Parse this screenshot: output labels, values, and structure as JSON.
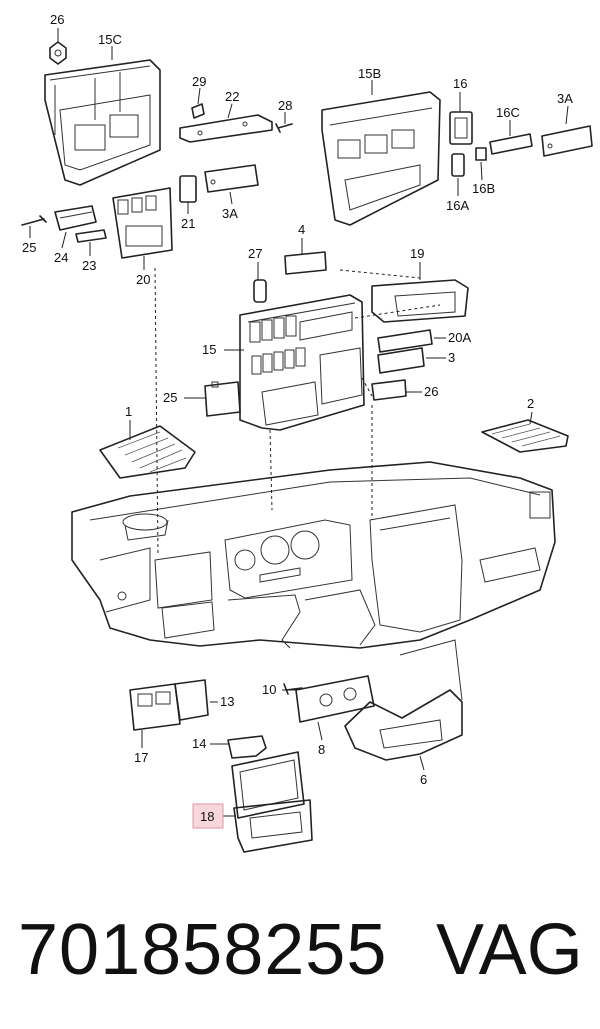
{
  "diagram": {
    "callouts": [
      "26",
      "15C",
      "29",
      "22",
      "28",
      "15B",
      "16",
      "16C",
      "3A",
      "16B",
      "16A",
      "21",
      "3A",
      "25",
      "24",
      "23",
      "20",
      "4",
      "27",
      "19",
      "15",
      "20A",
      "3",
      "25",
      "26",
      "1",
      "2",
      "10",
      "8",
      "6",
      "13",
      "17",
      "14",
      "18"
    ],
    "highlighted_callout": "18"
  },
  "footer": {
    "part_number": "701858255",
    "brand": "VAG"
  }
}
